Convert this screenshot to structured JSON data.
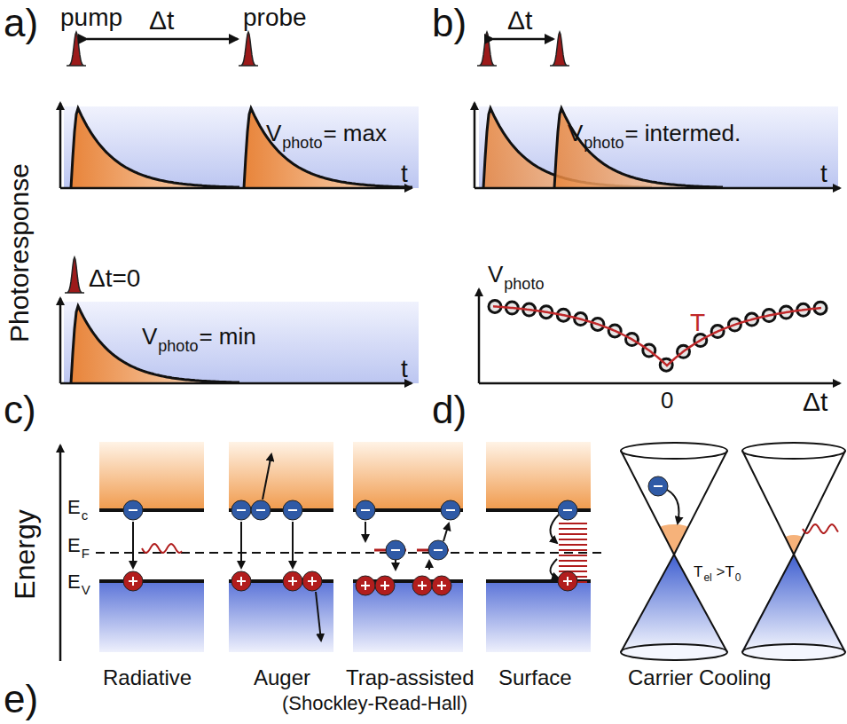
{
  "diagram": {
    "labels": [
      "a)",
      "pump",
      "Δt",
      "probe",
      "V",
      "photo",
      "= max",
      "t",
      "b)",
      "Δt",
      "V",
      "photo",
      "= intermed.",
      "t",
      "Photoresponse",
      "Δt=0",
      "V",
      "photo",
      "= min",
      "t",
      "c)",
      "V",
      "photo",
      "T",
      "0",
      "Δt",
      "d)",
      "Energy",
      "E",
      "c",
      "E",
      "F",
      "E",
      "V",
      "Radiative",
      "Auger",
      "Trap-assisted",
      "Surface",
      "(Shockley-Read-Hall)",
      "T",
      "el",
      " >T",
      "0",
      "Carrier Cooling",
      "e)"
    ]
  }
}
